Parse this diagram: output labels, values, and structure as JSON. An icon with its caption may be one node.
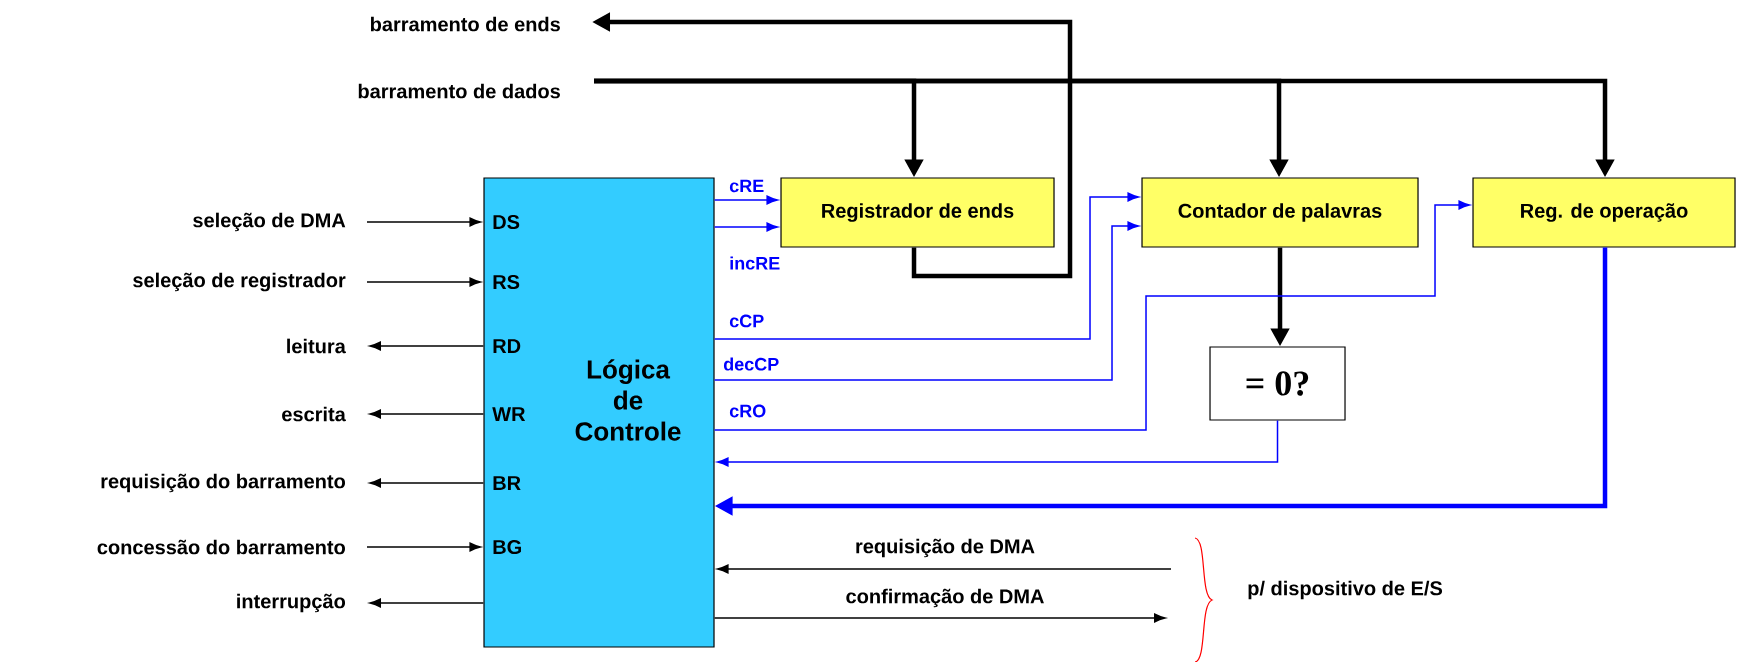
{
  "diagram": {
    "nodes": [
      {
        "text": [
          "barramento de ends"
        ]
      },
      {
        "text": [
          "barramento de dados"
        ]
      },
      {
        "text": [
          "Lógica de Controle",
          "DS",
          "RS",
          "RD",
          "WR",
          "BR",
          "BG"
        ]
      },
      {
        "text": [
          "Registrador de ends"
        ]
      },
      {
        "text": [
          "Contador de palavras"
        ]
      },
      {
        "text": [
          "Reg. de operação"
        ]
      },
      {
        "text": [
          "= 0?"
        ]
      },
      {
        "text": [
          "seleção de DMA"
        ]
      },
      {
        "text": [
          "seleção de registrador"
        ]
      },
      {
        "text": [
          "leitura"
        ]
      },
      {
        "text": [
          "escrita"
        ]
      },
      {
        "text": [
          "requisição do barramento"
        ]
      },
      {
        "text": [
          "concessão do barramento"
        ]
      },
      {
        "text": [
          "interrupção"
        ]
      }
    ],
    "edges": [
      {
        "from": 3,
        "to": 0,
        "arrow": "to",
        "style": "thick"
      },
      {
        "from": 1,
        "to": 3,
        "arrow": "to",
        "style": "thick"
      },
      {
        "from": 1,
        "to": 4,
        "arrow": "to",
        "style": "thick"
      },
      {
        "from": 1,
        "to": 5,
        "arrow": "to",
        "style": "thick"
      },
      {
        "from": 4,
        "to": 6,
        "arrow": "to",
        "style": "thick"
      },
      {
        "from": 2,
        "to": 3,
        "arrow": "to",
        "label": "cRE",
        "color": "#0000ff"
      },
      {
        "from": 2,
        "to": 3,
        "arrow": "to",
        "label": "incRE",
        "color": "#0000ff"
      },
      {
        "from": 2,
        "to": 4,
        "arrow": "to",
        "label": "cCP",
        "color": "#0000ff"
      },
      {
        "from": 2,
        "to": 4,
        "arrow": "to",
        "label": "decCP",
        "color": "#0000ff"
      },
      {
        "from": 2,
        "to": 5,
        "arrow": "to",
        "label": "cRO",
        "color": "#0000ff"
      },
      {
        "from": 6,
        "to": 2,
        "arrow": "to",
        "color": "#0000ff"
      },
      {
        "from": 5,
        "to": 2,
        "arrow": "to",
        "style": "thick",
        "color": "#0000ff"
      },
      {
        "from": 7,
        "to": 2,
        "arrow": "to"
      },
      {
        "from": 8,
        "to": 2,
        "arrow": "to"
      },
      {
        "from": 2,
        "to": 9,
        "arrow": "to"
      },
      {
        "from": 2,
        "to": 10,
        "arrow": "to"
      },
      {
        "from": 2,
        "to": 11,
        "arrow": "to"
      },
      {
        "from": 12,
        "to": 2,
        "arrow": "to"
      },
      {
        "from": 2,
        "to": 13,
        "arrow": "to"
      },
      {
        "from": null,
        "to": 2,
        "arrow": "to",
        "label": "requisição de DMA"
      },
      {
        "from": 2,
        "to": null,
        "arrow": "to",
        "label": "confirmação de DMA"
      }
    ],
    "labels": [
      "p/ dispositivo de E/S"
    ]
  }
}
